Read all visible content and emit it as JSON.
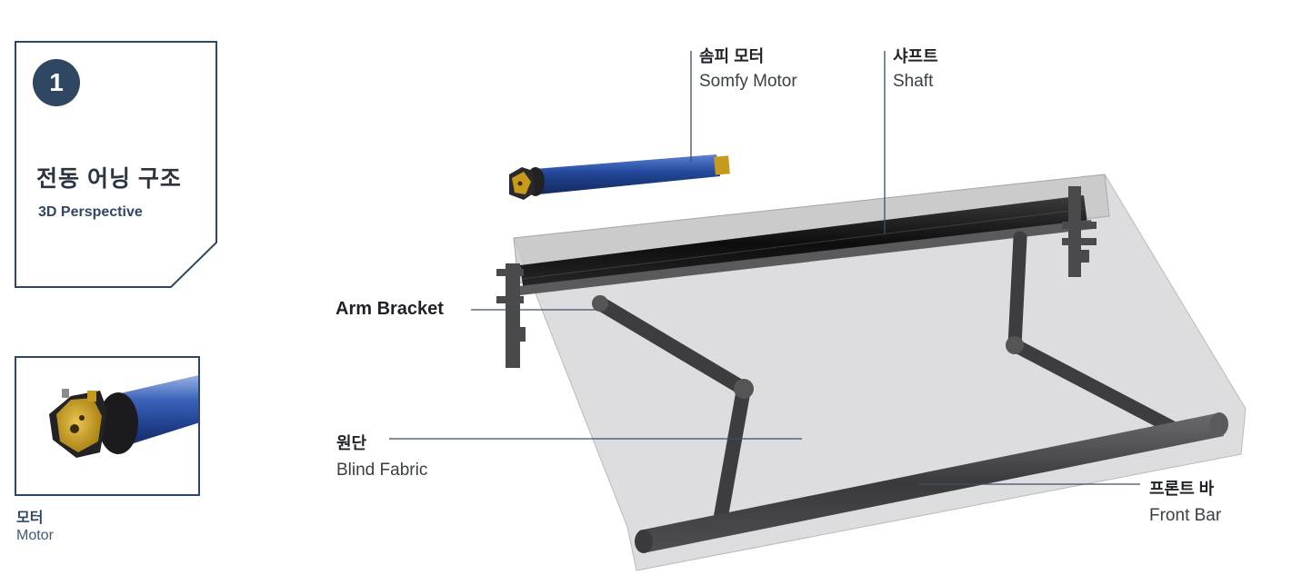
{
  "card": {
    "number": "1",
    "title": "전동 어닝 구조",
    "subtitle": "3D Perspective"
  },
  "thumbnail": {
    "label_ko": "모터",
    "label_en": "Motor"
  },
  "callouts": {
    "motor": {
      "ko": "솜피 모터",
      "en": "Somfy Motor"
    },
    "shaft": {
      "ko": "샤프트",
      "en": "Shaft"
    },
    "arm_bracket": {
      "en": "Arm Bracket"
    },
    "fabric": {
      "ko": "원단",
      "en": "Blind Fabric"
    },
    "front_bar": {
      "ko": "프론트 바",
      "en": "Front Bar"
    }
  },
  "colors": {
    "accent_navy": "#2f4763",
    "motor_blue": "#23479a",
    "motor_gold": "#c79a1e",
    "frame_gray": "#4a4a4c",
    "fabric_gray": "#cfcfd1"
  }
}
